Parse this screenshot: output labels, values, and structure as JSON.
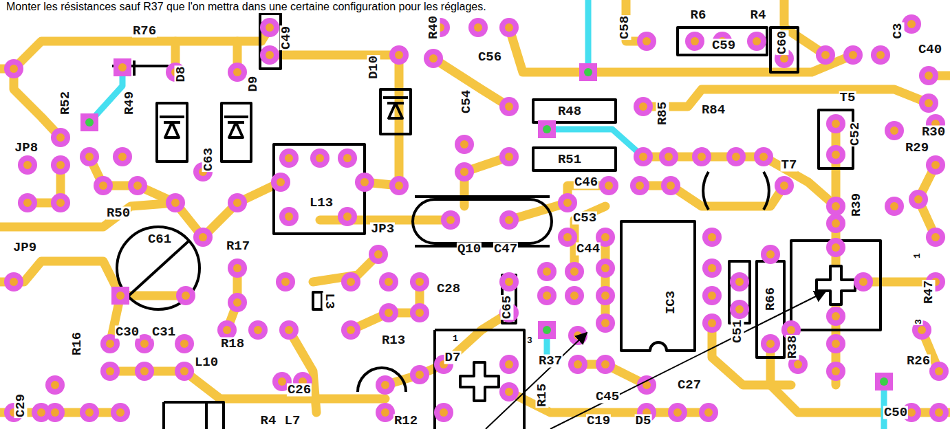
{
  "diagram": {
    "title": "Monter les résistances sauf R37 que l'on mettra dans une certaine configuration pour les réglages.",
    "labels": [
      "R76",
      "C49",
      "R40",
      "C56",
      "C58",
      "R6",
      "R4",
      "C59",
      "C60",
      "C3",
      "C40",
      "R52",
      "R49",
      "D8",
      "D9",
      "D10",
      "C54",
      "R48",
      "R85",
      "R84",
      "T5",
      "C52",
      "R30",
      "R29",
      "JP8",
      "C63",
      "R51",
      "T7",
      "C46",
      "L13",
      "R50",
      "C53",
      "R39",
      "JP3",
      "C61",
      "R17",
      "JP9",
      "Q10",
      "C47",
      "C44",
      "C28",
      "L3",
      "C65",
      "IC3",
      "R66",
      "R47",
      "1",
      "3",
      "R16",
      "C30",
      "C31",
      "R18",
      "R13",
      "1",
      "3",
      "D7",
      "R37",
      "C51",
      "R38",
      "R26",
      "L10",
      "C26",
      "R15",
      "C45",
      "C27",
      "C29",
      "C50",
      "R4",
      "L7",
      "R12",
      "C19",
      "D5"
    ]
  }
}
